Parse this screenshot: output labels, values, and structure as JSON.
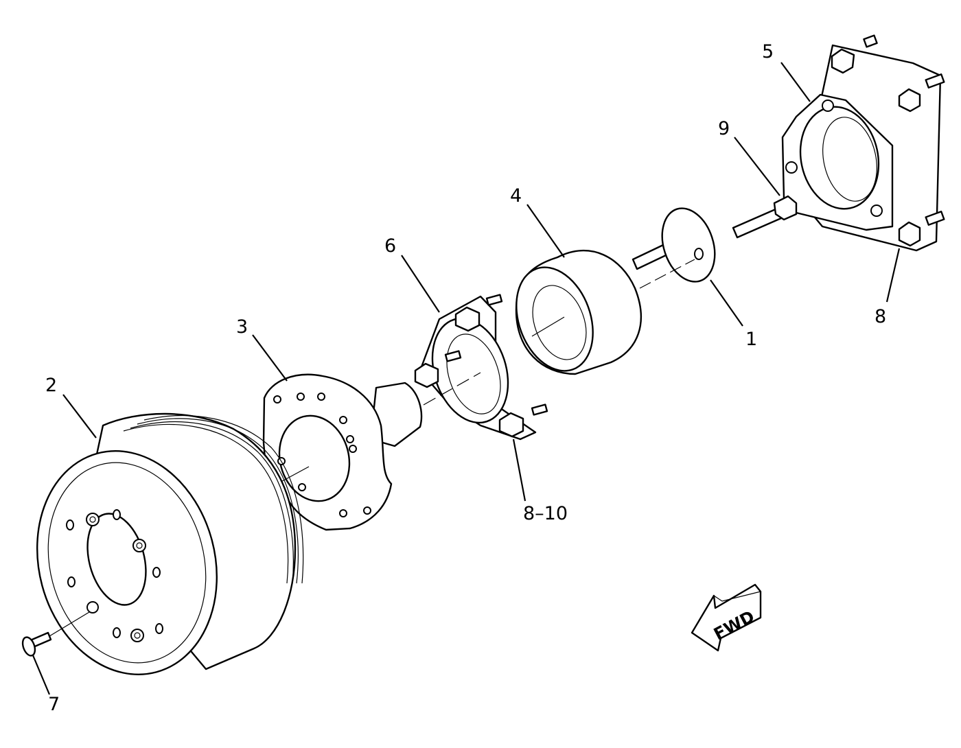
{
  "callouts": [
    {
      "id": "1",
      "label": "1"
    },
    {
      "id": "2",
      "label": "2"
    },
    {
      "id": "3",
      "label": "3"
    },
    {
      "id": "4",
      "label": "4"
    },
    {
      "id": "5",
      "label": "5"
    },
    {
      "id": "6",
      "label": "6"
    },
    {
      "id": "7",
      "label": "7"
    },
    {
      "id": "8",
      "label": "8"
    },
    {
      "id": "9",
      "label": "9"
    },
    {
      "id": "8-10",
      "label": "8–10"
    }
  ],
  "direction_arrow": {
    "label": "FWD"
  },
  "colors": {
    "line": "#000000",
    "background": "#ffffff"
  }
}
